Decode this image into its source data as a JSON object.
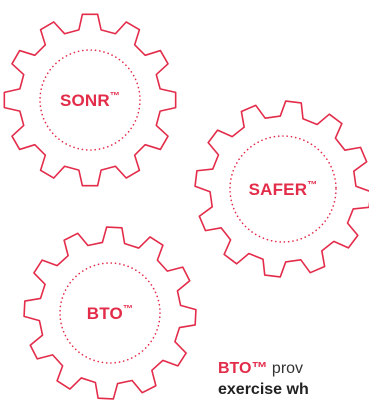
{
  "accent_color": "#e32c4a",
  "text_color": "#333333",
  "gears": [
    {
      "name": "SONR",
      "tm": "™"
    },
    {
      "name": "SAFER",
      "tm": "™"
    },
    {
      "name": "BTO",
      "tm": "™"
    }
  ],
  "caption": {
    "brand": "BTO™",
    "line1_rest": " prov",
    "line2": "exercise wh"
  }
}
